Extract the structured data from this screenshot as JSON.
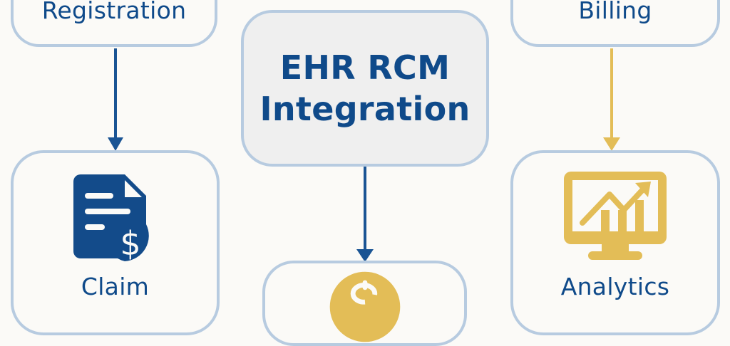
{
  "diagram": {
    "title": "EHR RCM Integration",
    "center": {
      "line1": "EHR RCM",
      "line2": "Integration"
    },
    "nodes": {
      "registration": {
        "label": "Registration"
      },
      "billing": {
        "label": "Billing"
      },
      "claim": {
        "label": "Claim",
        "icon": "claim-document-dollar-icon"
      },
      "analytics": {
        "label": "Analytics",
        "icon": "monitor-chart-icon"
      },
      "payment": {
        "icon": "coin-dollar-icon"
      }
    },
    "edges": [
      {
        "from": "Registration",
        "to": "Claim",
        "color": "#1a5494"
      },
      {
        "from": "EHR RCM Integration",
        "to": "Payment",
        "color": "#1a5494"
      },
      {
        "from": "Billing",
        "to": "Analytics",
        "color": "#e3bd57"
      }
    ],
    "colors": {
      "primary_text": "#0f4a8a",
      "node_border": "#b7cbe0",
      "blue_accent": "#134b8a",
      "gold_accent": "#e3bd57",
      "background": "#fbfaf7",
      "center_fill": "#efefef"
    }
  }
}
